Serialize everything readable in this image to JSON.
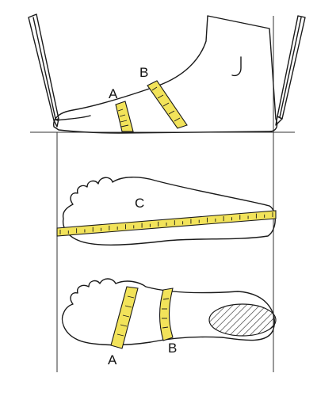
{
  "labels": {
    "side_a": "A",
    "side_b": "B",
    "length_c": "C",
    "sole_a": "A",
    "sole_b": "B"
  },
  "colors": {
    "tape": "#f2e35a",
    "ink": "#1a1a1a",
    "background": "#ffffff"
  }
}
